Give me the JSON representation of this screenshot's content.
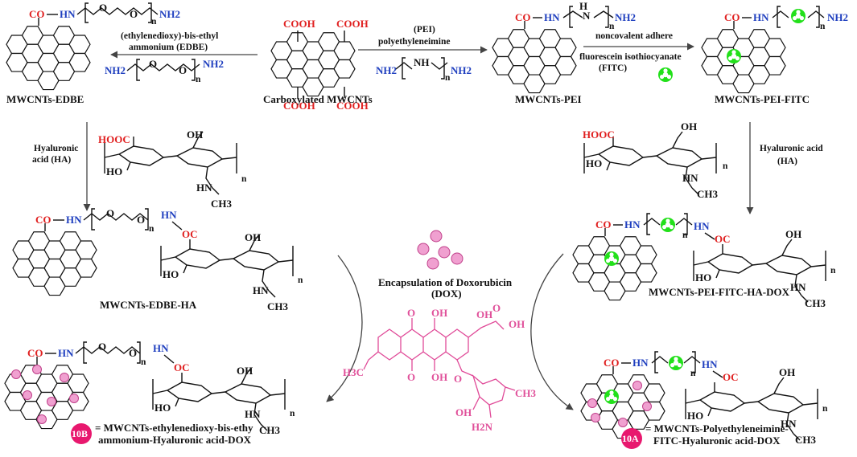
{
  "compounds": {
    "carboxylated": "Carboxylated MWCNTs",
    "edbe": "MWCNTs-EDBE",
    "pei": "MWCNTs-PEI",
    "pei_fitc": "MWCNTs-PEI-FITC",
    "edbe_ha": "MWCNTs-EDBE-HA",
    "pei_fitc_ha_dox": "MWCNTs-PEI-FITC-HA-DOX"
  },
  "reagents": {
    "edbe_line1": "(ethylenedioxy)-bis-ethyl",
    "edbe_line2": "ammonium (EDBE)",
    "pei_line1": "(PEI)",
    "pei_line2": "polyethyleneimine",
    "fitc_line1": "noncovalent adhere",
    "fitc_line2": "fluorescein isothiocyanate",
    "fitc_line3": "(FITC)",
    "ha_left_line1": "Hyaluronic",
    "ha_left_line2": "acid (HA)",
    "ha_right_line1": "Hyaluronic acid",
    "ha_right_line2": "(HA)",
    "dox_line1": "Encapsulation of Doxorubicin",
    "dox_line2": "(DOX)"
  },
  "groups": {
    "cooh": "COOH",
    "co": "CO",
    "hn": "HN",
    "nh2": "NH2",
    "nh": "NH",
    "h": "H",
    "n": "N",
    "o": "O",
    "oc": "OC",
    "hooc": "HOOC",
    "oh": "OH",
    "ho": "HO",
    "hn_amide": "HN",
    "ch3": "CH3",
    "sub_n": "n",
    "och3": "H3C",
    "dox_oh": "OH",
    "dox_o": "O",
    "dox_ch3": "CH3",
    "dox_nh2": "H2N"
  },
  "products": {
    "b_badge": "10B",
    "b_line1": "= MWCNTs-ethylenedioxy-bis-ethy",
    "b_line2": "ammonium-Hyaluronic acid-DOX",
    "a_badge": "10A",
    "a_line1": "= MWCNTs-Polyethyleneimine-",
    "a_line2": "FITC-Hyaluronic acid-DOX"
  }
}
